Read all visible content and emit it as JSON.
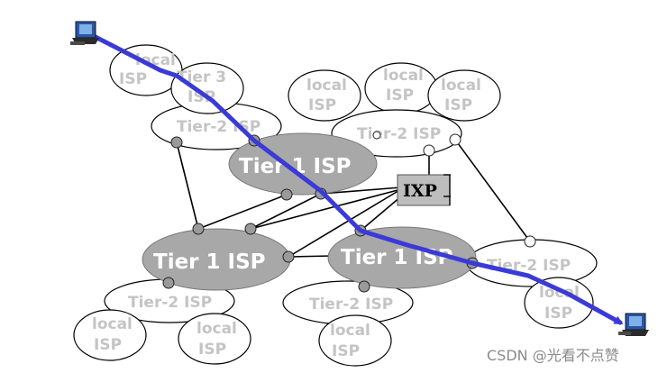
{
  "labels": {
    "local_isp_l1": "local",
    "local_isp_l2": "ISP",
    "tier3_l1": "Tier 3",
    "tier3_l2": "ISP",
    "tier2_isp": "Tier-2 ISP",
    "tier1_isp": "Tier 1 ISP",
    "ixp": "IXP"
  },
  "watermark": "CSDN @光看不点赞",
  "colors": {
    "tier1_fill": "#a8a8a8",
    "route": "#3a3ad8",
    "label_gray": "#c4c4c4",
    "router_fill": "#9a9a9a"
  },
  "icons": [
    "host-computer-icon",
    "router-node-icon",
    "route-arrow-icon"
  ]
}
